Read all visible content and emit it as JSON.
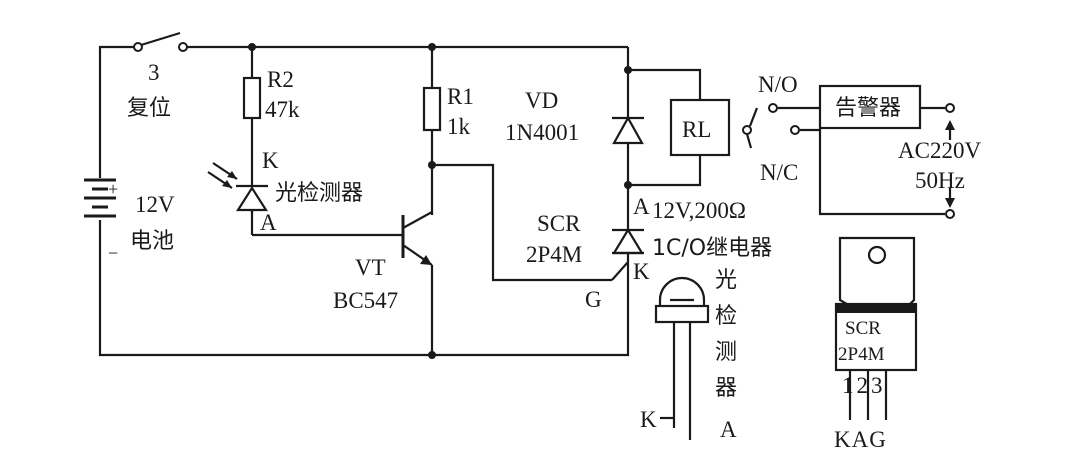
{
  "colors": {
    "ink": "#1a1a1a",
    "background": "#ffffff"
  },
  "labels": {
    "switch_num": "3",
    "switch_reset": "复位",
    "battery_plus": "+",
    "battery_minus": "−",
    "battery_v": "12V",
    "battery_name": "电池",
    "r2_name": "R2",
    "r2_val": "47k",
    "r1_name": "R1",
    "r1_val": "1k",
    "pd_k": "K",
    "pd_a": "A",
    "pd_name": "光检测器",
    "vt_name": "VT",
    "vt_type": "BC547",
    "vd_name": "VD",
    "vd_type": "1N4001",
    "rl_name": "RL",
    "relay_spec": "12V,200Ω",
    "relay_type": "1C/O继电器",
    "scr_name": "SCR",
    "scr_type": "2P4M",
    "scr_a": "A",
    "scr_k": "K",
    "scr_g": "G",
    "no": "N/O",
    "nc": "N/C",
    "alarm": "告警器",
    "ac_v": "AC220V",
    "ac_f": "50Hz",
    "pd2_chars": [
      "光",
      "检",
      "测",
      "器"
    ],
    "pd2_k": "K",
    "pd2_a": "A",
    "pkg_scr": "SCR",
    "pkg_type": "2P4M",
    "pkg_pins": "123",
    "pkg_kag": "KAG"
  }
}
